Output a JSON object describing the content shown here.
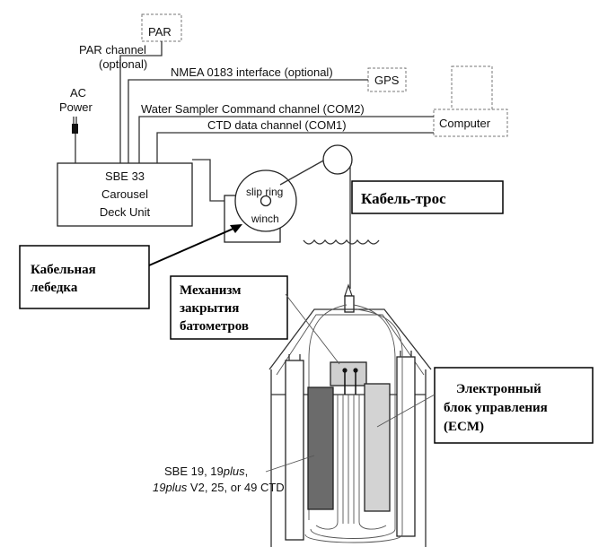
{
  "labels": {
    "par": "PAR",
    "par_channel_1": "PAR channel",
    "par_channel_2": "(optional)",
    "ac_power_1": "AC",
    "ac_power_2": "Power",
    "nmea": "NMEA 0183 interface (optional)",
    "gps": "GPS",
    "water_sampler": "Water Sampler Command channel (COM2)",
    "computer": "Computer",
    "ctd_data": "CTD data channel (COM1)",
    "deck_unit_1": "SBE 33",
    "deck_unit_2": "Carousel",
    "deck_unit_3": "Deck Unit",
    "slip_ring": "slip ring",
    "winch": "winch",
    "ctd_1": "SBE 19, 19",
    "ctd_1_italic": "plus",
    "ctd_1_end": ",",
    "ctd_2_italic": "19plus",
    "ctd_2_rest": " V2, 25, or 49 CTD"
  },
  "callouts": {
    "cable": "Кабель-трос",
    "winch_1": "Кабельная",
    "winch_2": "лебедка",
    "mech_1": "Механизм",
    "mech_2": "закрытия",
    "mech_3": "батометров",
    "ecm_1": "Электронный",
    "ecm_2": "блок управления",
    "ecm_3": "(ECM)"
  }
}
